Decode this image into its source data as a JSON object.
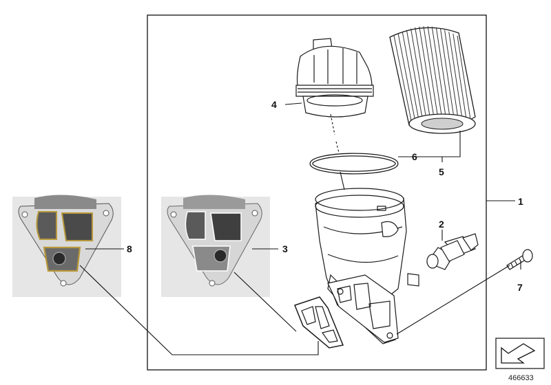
{
  "callouts": {
    "c1": "1",
    "c2": "2",
    "c3": "3",
    "c4": "4",
    "c5": "5",
    "c6": "6",
    "c7": "7",
    "c8": "8"
  },
  "document_number": "466633",
  "colors": {
    "photo_background": "#e6e6e6",
    "line_art": "#1a1a1a",
    "gasket_highlight": "#b8983a"
  },
  "icons": {
    "nav_arrow": "parts-navigation-arrow-icon"
  }
}
